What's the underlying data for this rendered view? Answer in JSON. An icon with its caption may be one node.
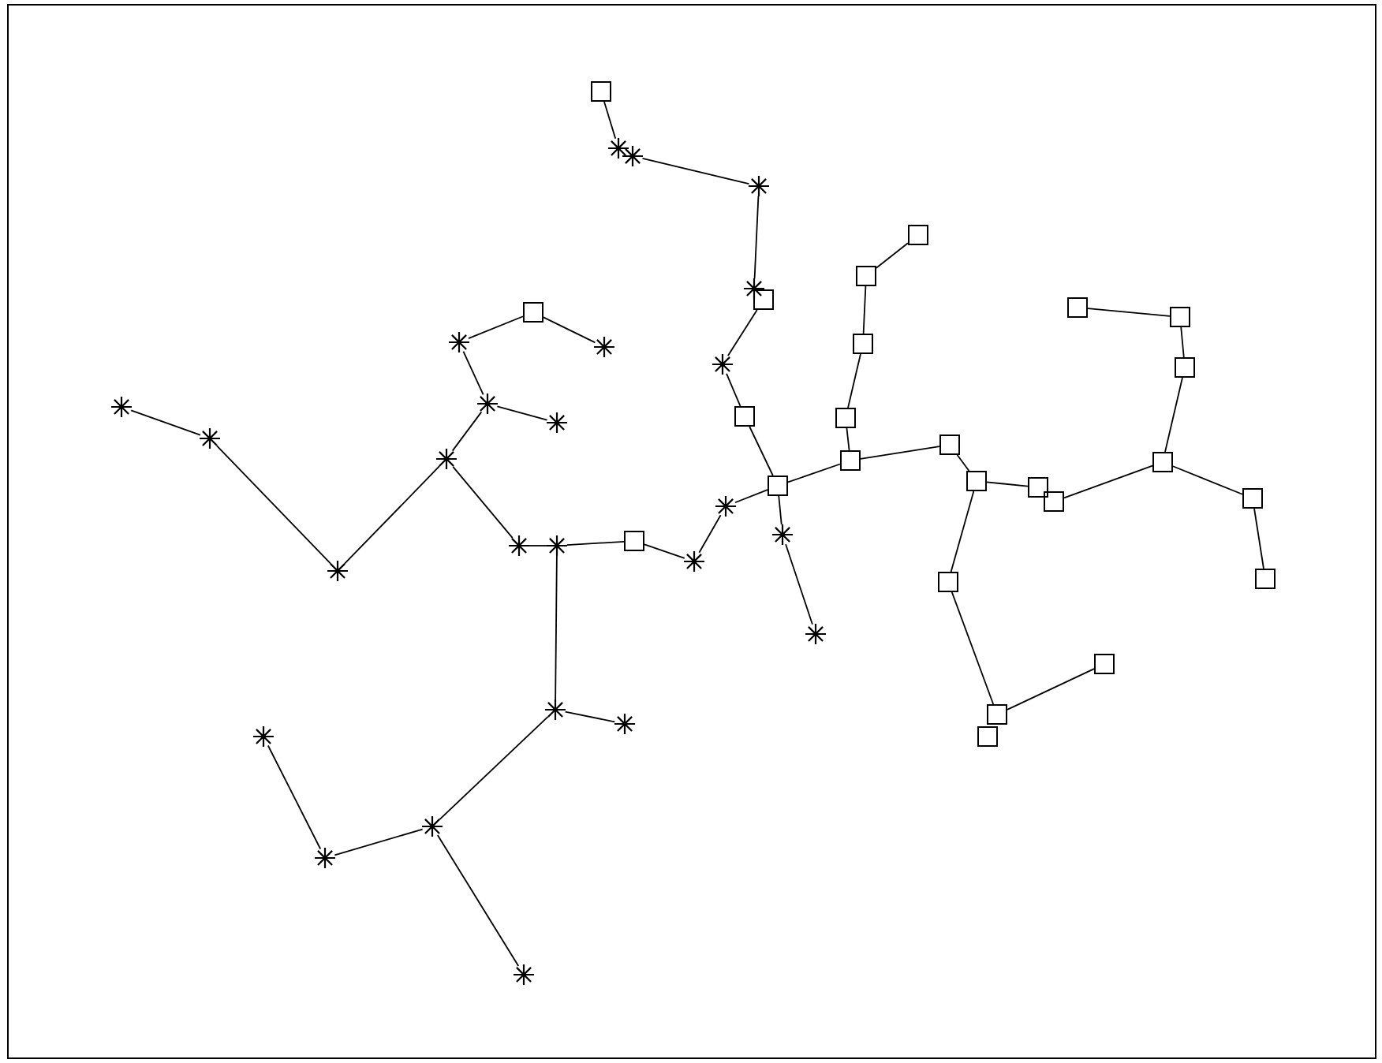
{
  "diagram": {
    "nodes": [
      {
        "text": [],
        "shape": "box"
      },
      {
        "text": [],
        "shape": "asterisk"
      },
      {
        "text": [],
        "shape": "asterisk"
      },
      {
        "text": [],
        "shape": "asterisk"
      },
      {
        "text": [],
        "shape": "asterisk"
      },
      {
        "text": [],
        "shape": "box"
      },
      {
        "text": [],
        "shape": "asterisk"
      },
      {
        "text": [],
        "shape": "box"
      },
      {
        "text": [],
        "shape": "box"
      },
      {
        "text": [],
        "shape": "asterisk"
      },
      {
        "text": [],
        "shape": "asterisk"
      },
      {
        "text": [],
        "shape": "asterisk"
      },
      {
        "text": [],
        "shape": "asterisk"
      },
      {
        "text": [],
        "shape": "box"
      },
      {
        "text": [],
        "shape": "asterisk"
      },
      {
        "text": [],
        "shape": "asterisk"
      },
      {
        "text": [],
        "shape": "asterisk"
      },
      {
        "text": [],
        "shape": "asterisk"
      },
      {
        "text": [],
        "shape": "asterisk"
      },
      {
        "text": [],
        "shape": "box"
      },
      {
        "text": [],
        "shape": "asterisk"
      },
      {
        "text": [],
        "shape": "asterisk"
      },
      {
        "text": [],
        "shape": "asterisk"
      },
      {
        "text": [],
        "shape": "asterisk"
      },
      {
        "text": [],
        "shape": "asterisk"
      },
      {
        "text": [],
        "shape": "asterisk"
      },
      {
        "text": [],
        "shape": "asterisk"
      },
      {
        "text": [],
        "shape": "asterisk"
      },
      {
        "text": [],
        "shape": "asterisk"
      },
      {
        "text": [],
        "shape": "asterisk"
      },
      {
        "text": [],
        "shape": "asterisk"
      },
      {
        "text": [],
        "shape": "box"
      },
      {
        "text": [],
        "shape": "box"
      },
      {
        "text": [],
        "shape": "box"
      },
      {
        "text": [],
        "shape": "box"
      },
      {
        "text": [],
        "shape": "box"
      },
      {
        "text": [],
        "shape": "box"
      },
      {
        "text": [],
        "shape": "box"
      },
      {
        "text": [],
        "shape": "box"
      },
      {
        "text": [],
        "shape": "box"
      },
      {
        "text": [],
        "shape": "box"
      },
      {
        "text": [],
        "shape": "box"
      },
      {
        "text": [],
        "shape": "box"
      },
      {
        "text": [],
        "shape": "box"
      },
      {
        "text": [],
        "shape": "box"
      },
      {
        "text": [],
        "shape": "box"
      },
      {
        "text": [],
        "shape": "box"
      },
      {
        "text": [],
        "shape": "box"
      },
      {
        "text": [],
        "shape": "box"
      },
      {
        "text": [],
        "shape": "box"
      }
    ],
    "edges": [
      {
        "from": 0,
        "to": 1,
        "arrow": "none"
      },
      {
        "from": 2,
        "to": 3,
        "arrow": "none"
      },
      {
        "from": 3,
        "to": 4,
        "arrow": "none"
      },
      {
        "from": 5,
        "to": 6,
        "arrow": "none"
      },
      {
        "from": 6,
        "to": 7,
        "arrow": "none"
      },
      {
        "from": 7,
        "to": 8,
        "arrow": "none"
      },
      {
        "from": 8,
        "to": 9,
        "arrow": "none"
      },
      {
        "from": 9,
        "to": 10,
        "arrow": "none"
      },
      {
        "from": 8,
        "to": 11,
        "arrow": "none"
      },
      {
        "from": 11,
        "to": 12,
        "arrow": "none"
      },
      {
        "from": 12,
        "to": 13,
        "arrow": "none"
      },
      {
        "from": 13,
        "to": 14,
        "arrow": "none"
      },
      {
        "from": 14,
        "to": 15,
        "arrow": "none"
      },
      {
        "from": 15,
        "to": 16,
        "arrow": "none"
      },
      {
        "from": 16,
        "to": 17,
        "arrow": "none"
      },
      {
        "from": 17,
        "to": 18,
        "arrow": "none"
      },
      {
        "from": 18,
        "to": 19,
        "arrow": "none"
      },
      {
        "from": 19,
        "to": 20,
        "arrow": "none"
      },
      {
        "from": 17,
        "to": 21,
        "arrow": "none"
      },
      {
        "from": 16,
        "to": 22,
        "arrow": "none"
      },
      {
        "from": 22,
        "to": 23,
        "arrow": "none"
      },
      {
        "from": 23,
        "to": 24,
        "arrow": "none"
      },
      {
        "from": 14,
        "to": 25,
        "arrow": "none"
      },
      {
        "from": 25,
        "to": 26,
        "arrow": "none"
      },
      {
        "from": 25,
        "to": 27,
        "arrow": "none"
      },
      {
        "from": 27,
        "to": 28,
        "arrow": "none"
      },
      {
        "from": 28,
        "to": 29,
        "arrow": "none"
      },
      {
        "from": 27,
        "to": 30,
        "arrow": "none"
      },
      {
        "from": 8,
        "to": 35,
        "arrow": "none"
      },
      {
        "from": 35,
        "to": 34,
        "arrow": "none"
      },
      {
        "from": 34,
        "to": 33,
        "arrow": "none"
      },
      {
        "from": 33,
        "to": 32,
        "arrow": "none"
      },
      {
        "from": 32,
        "to": 31,
        "arrow": "none"
      },
      {
        "from": 35,
        "to": 36,
        "arrow": "none"
      },
      {
        "from": 36,
        "to": 37,
        "arrow": "none"
      },
      {
        "from": 37,
        "to": 38,
        "arrow": "none"
      },
      {
        "from": 39,
        "to": 40,
        "arrow": "none"
      },
      {
        "from": 40,
        "to": 41,
        "arrow": "none"
      },
      {
        "from": 41,
        "to": 42,
        "arrow": "none"
      },
      {
        "from": 42,
        "to": 43,
        "arrow": "none"
      },
      {
        "from": 40,
        "to": 44,
        "arrow": "none"
      },
      {
        "from": 44,
        "to": 45,
        "arrow": "none"
      },
      {
        "from": 37,
        "to": 46,
        "arrow": "none"
      },
      {
        "from": 46,
        "to": 47,
        "arrow": "none"
      },
      {
        "from": 47,
        "to": 49,
        "arrow": "none"
      }
    ]
  }
}
